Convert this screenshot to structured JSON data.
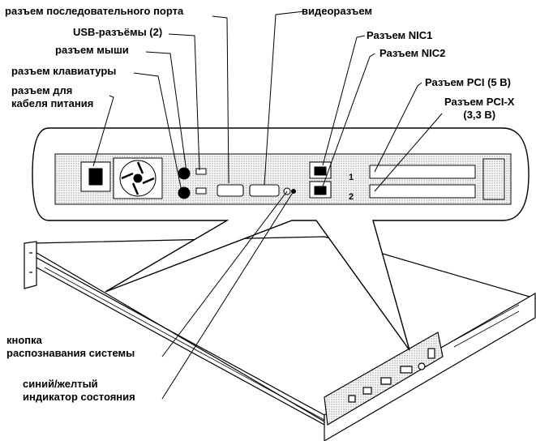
{
  "callouts": {
    "serial_port": "разъем последовательного порта",
    "usb_ports": "USB-разъёмы (2)",
    "mouse_port": "разъем мыши",
    "keyboard_port": "разъем клавиатуры",
    "power_connector": "разъем для\nкабеля питания",
    "video_port": "видеоразъем",
    "nic1": "Разъем NIC1",
    "nic2": "Разъем NIC2",
    "pci": "Разъем PCI (5 В)",
    "pcix": "Разъем PCI-X\n(3,3 В)",
    "system_id_button": "кнопка\nраспознавания системы",
    "status_indicator": "синий/желтый\nиндикатор состояния"
  },
  "panel_marks": {
    "nic_1": "1",
    "nic_2": "2"
  },
  "colors": {
    "ink": "#000000",
    "stipple": "#c8c8c8",
    "panel": "#ffffff"
  }
}
